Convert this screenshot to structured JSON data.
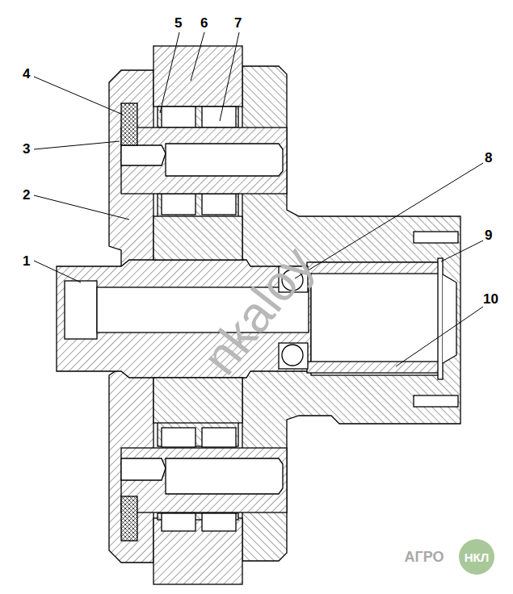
{
  "diagram": {
    "labels": [
      "1",
      "2",
      "3",
      "4",
      "5",
      "6",
      "7",
      "8",
      "9",
      "10",
      "nkaloy",
      "АГРО",
      "НКЛ"
    ]
  }
}
